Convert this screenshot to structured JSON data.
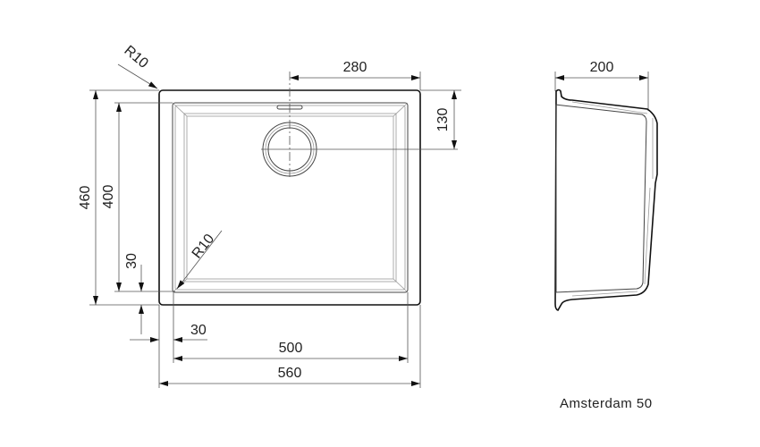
{
  "drawing": {
    "model_name": "Amsterdam 50",
    "dimensions": {
      "corner_radius_outer": "R10",
      "corner_radius_inner": "R10",
      "drain_offset_x": "280",
      "drain_offset_y": "130",
      "outer_depth": "460",
      "bowl_depth": "400",
      "rim_y": "30",
      "rim_x": "30",
      "bowl_width": "500",
      "outer_width": "560",
      "bowl_height": "200"
    }
  }
}
